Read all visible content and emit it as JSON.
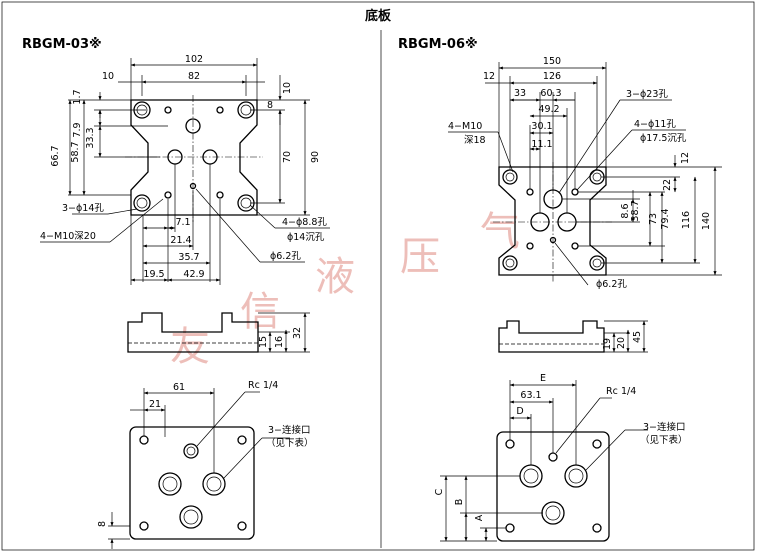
{
  "page_title": "底板",
  "left": {
    "model": "RBGM-03※",
    "top_view": {
      "dims": {
        "w102": "102",
        "w82": "82",
        "w10a": "10",
        "w10b": "10",
        "h1_7": "1.7",
        "h7_9": "7.9",
        "h33_3": "33.3",
        "h58_7": "58.7",
        "h66_7": "66.7",
        "h8": "8",
        "h70": "70",
        "h90": "90",
        "d7_1": "7.1",
        "d21_4": "21.4",
        "d35_7": "35.7",
        "d19_5": "19.5",
        "d42_9": "42.9"
      },
      "labels": {
        "hole14": "3−ϕ14孔",
        "m10": "4−M10深20",
        "hole88": "4−ϕ8.8孔",
        "cb14": "ϕ14沉孔",
        "hole62": "ϕ6.2孔"
      }
    },
    "side_view": {
      "dims": {
        "h15": "15",
        "h16": "16",
        "h32": "32"
      }
    },
    "bottom_view": {
      "dims": {
        "w61": "61",
        "w21": "21",
        "h8": "8"
      },
      "labels": {
        "rc": "Rc",
        "rc_frac": "1/4",
        "conn": "3−连接口",
        "see": "（见下表）"
      }
    }
  },
  "right": {
    "model": "RBGM-06※",
    "top_view": {
      "dims": {
        "w150": "150",
        "w126": "126",
        "w12": "12",
        "d33": "33",
        "d60_3": "60.3",
        "d49_2": "49.2",
        "d30_1": "30.1",
        "d11_1": "11.1",
        "h12": "12",
        "h22": "22",
        "h8_6": "8.6",
        "h38_7": "38.7",
        "h73": "73",
        "h79_4": "79.4",
        "h116": "116",
        "h140": "140"
      },
      "labels": {
        "m10": "4−M10",
        "m10_depth": "深18",
        "hole23": "3−ϕ23孔",
        "hole11": "4−ϕ11孔",
        "cb17_5": "ϕ17.5沉孔",
        "hole62": "ϕ6.2孔"
      }
    },
    "side_view": {
      "dims": {
        "h19": "19",
        "h20": "20",
        "h45": "45"
      }
    },
    "bottom_view": {
      "dims": {
        "E": "E",
        "w63_1": "63.1",
        "D": "D",
        "C": "C",
        "B": "B",
        "A": "A"
      },
      "labels": {
        "rc": "Rc",
        "rc_frac": "1/4",
        "conn": "3−连接口",
        "see": "（见下表）"
      }
    }
  },
  "watermark": [
    "友",
    "信",
    "液",
    "压",
    "气"
  ]
}
